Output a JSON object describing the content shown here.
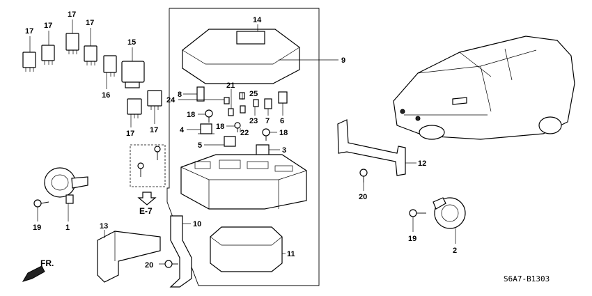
{
  "diagram": {
    "code": "S6A7-B1303",
    "ref_label": "E-7",
    "direction_label": "FR.",
    "callouts": {
      "c1": "1",
      "c2": "2",
      "c3": "3",
      "c4": "4",
      "c5": "5",
      "c6": "6",
      "c7": "7",
      "c8": "8",
      "c9": "9",
      "c10": "10",
      "c11": "11",
      "c12": "12",
      "c13": "13",
      "c14": "14",
      "c15": "15",
      "c16": "16",
      "c17a": "17",
      "c17b": "17",
      "c17c": "17",
      "c17d": "17",
      "c17e": "17",
      "c17f": "17",
      "c18a": "18",
      "c18b": "18",
      "c18c": "18",
      "c19a": "19",
      "c19b": "19",
      "c20a": "20",
      "c20b": "20",
      "c21": "21",
      "c22": "22",
      "c23": "23",
      "c24": "24",
      "c25": "25"
    }
  }
}
